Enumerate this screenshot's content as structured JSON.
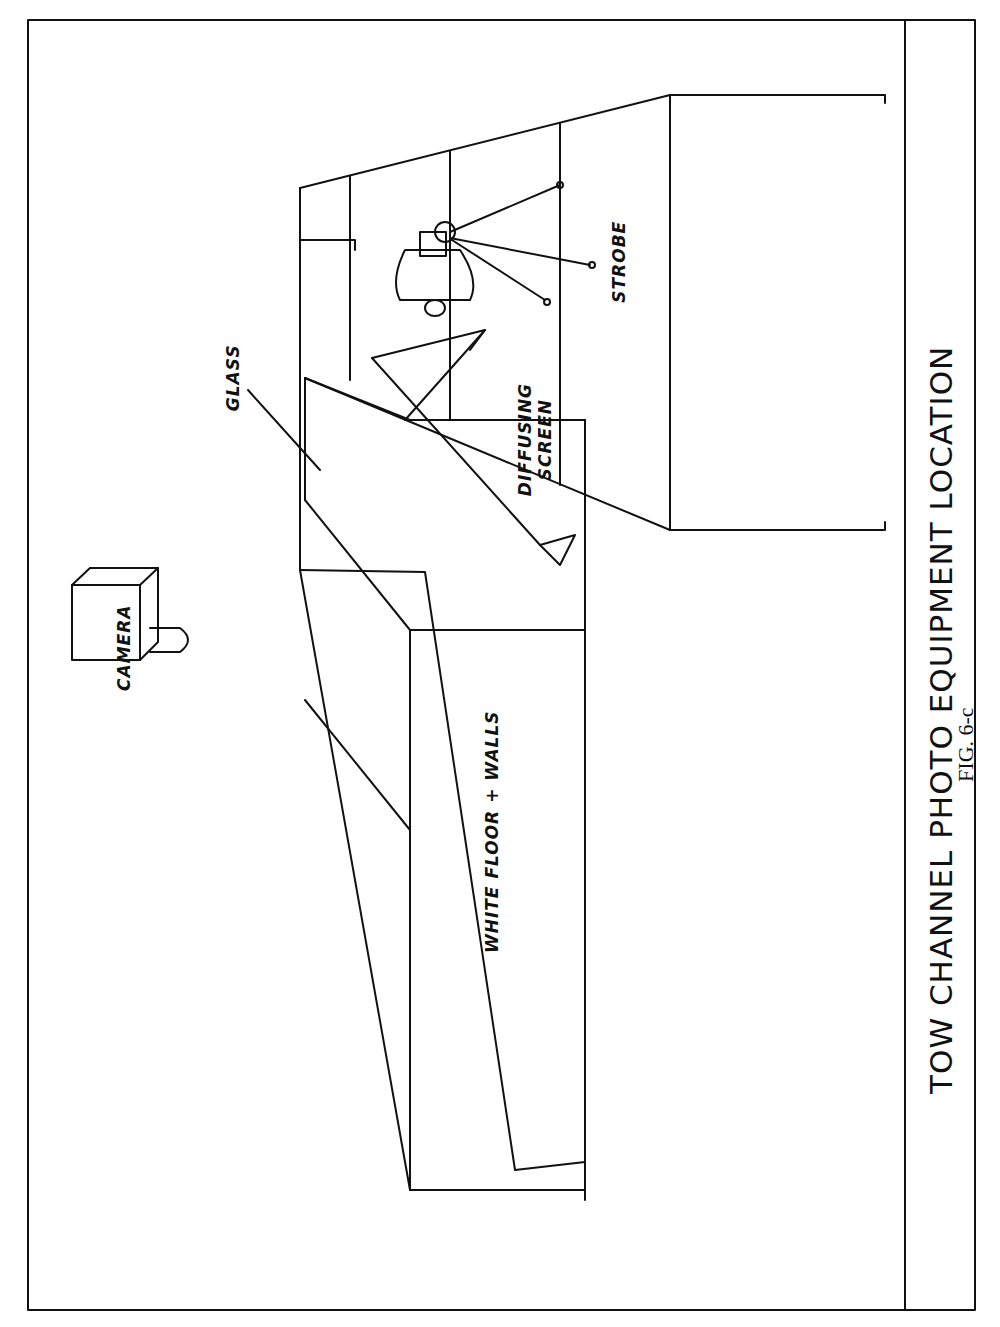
{
  "diagram": {
    "title": "TOW CHANNEL PHOTO EQUIPMENT LOCATION",
    "caption": "FIG. 6-c",
    "labels": [
      "CAMERA",
      "GLASS",
      "WHITE FLOOR + WALLS",
      "STROBE",
      "DIFFUSING SCREEN"
    ]
  }
}
